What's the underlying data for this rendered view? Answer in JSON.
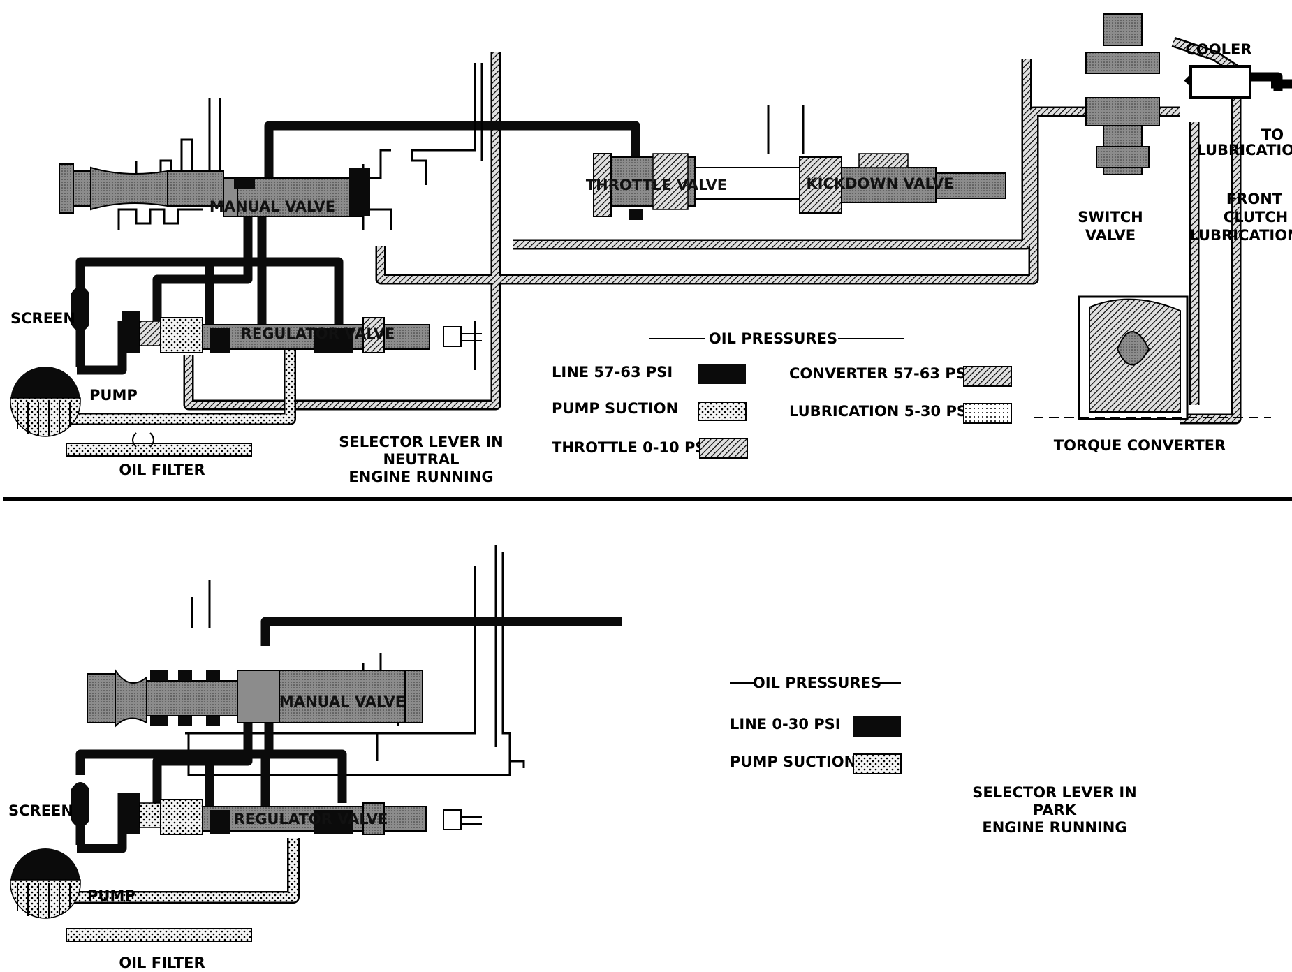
{
  "colors": {
    "line": "#0b0b0b",
    "valve_body": "#8c8c8c",
    "converter": "#9a9a9a",
    "throttle": "#7a7a7a",
    "suction_bg": "#f2f2f2",
    "lubrication_bg": "#ededed"
  },
  "top": {
    "labels": {
      "manual_valve": "MANUAL VALVE",
      "throttle_valve": "THROTTLE VALVE",
      "kickdown_valve": "KICKDOWN VALVE",
      "regulator_valve": "REGULATOR VALVE",
      "screen": "SCREEN",
      "pump": "PUMP",
      "oil_filter": "OIL FILTER",
      "switch_valve_1": "SWITCH",
      "switch_valve_2": "VALVE",
      "cooler": "COOLER",
      "to_lub_1": "TO",
      "to_lub_2": "LUBRICATION",
      "front_clutch_1": "FRONT",
      "front_clutch_2": "CLUTCH",
      "front_clutch_3": "LUBRICATION",
      "torque_converter": "TORQUE CONVERTER"
    },
    "caption": [
      "SELECTOR LEVER IN",
      "NEUTRAL",
      "ENGINE RUNNING"
    ],
    "legend": {
      "title": "OIL  PRESSURES",
      "items": [
        {
          "label": "LINE 57-63 PSI",
          "type": "line"
        },
        {
          "label": "PUMP SUCTION",
          "type": "suction"
        },
        {
          "label": "THROTTLE 0-10 PSI",
          "type": "throttle"
        },
        {
          "label": "CONVERTER 57-63 PSI",
          "type": "converter"
        },
        {
          "label": "LUBRICATION 5-30 PSI",
          "type": "lubrication"
        }
      ]
    }
  },
  "bottom": {
    "labels": {
      "manual_valve": "MANUAL VALVE",
      "regulator_valve": "REGULATOR VALVE",
      "screen": "SCREEN",
      "pump": "PUMP",
      "oil_filter": "OIL FILTER"
    },
    "caption": [
      "SELECTOR LEVER IN",
      "PARK",
      "ENGINE RUNNING"
    ],
    "legend": {
      "title": "OIL PRESSURES",
      "items": [
        {
          "label": "LINE 0-30 PSI",
          "type": "line"
        },
        {
          "label": "PUMP SUCTION",
          "type": "suction"
        }
      ]
    }
  }
}
